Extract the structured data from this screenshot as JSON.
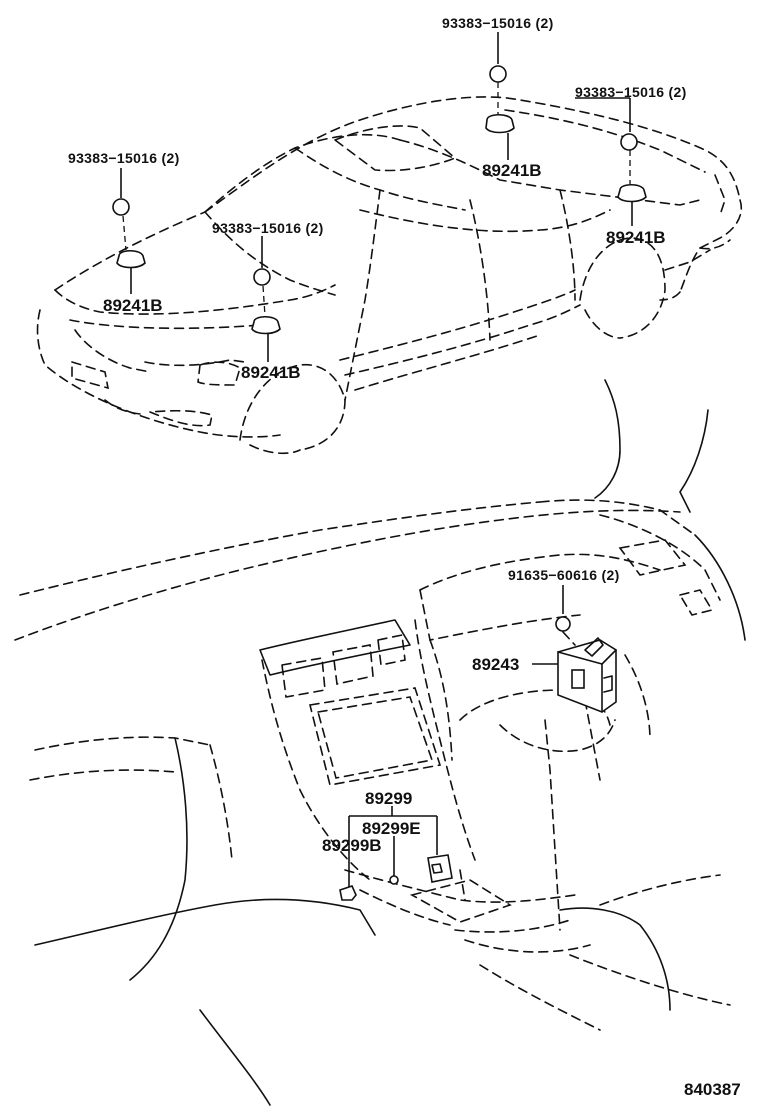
{
  "diagram": {
    "fasteners": {
      "roof_center": "93383−15016 (2)",
      "roof_right": "93383−15016 (2)",
      "hood_left": "93383−15016 (2)",
      "hood_center": "93383−15016 (2)",
      "console_bolt": "91635−60616 (2)"
    },
    "parts": {
      "roof_center": "89241B",
      "roof_right": "89241B",
      "hood_left": "89241B",
      "hood_center": "89241B",
      "control_unit": "89243",
      "switch_group": "89299",
      "switch_e": "89299E",
      "switch_b": "89299B"
    },
    "figure_number": "840387",
    "colors": {
      "line": "#111111",
      "background": "#ffffff"
    },
    "icons": [
      "bolt-icon",
      "sensor-icon",
      "control-unit-icon",
      "switch-icon"
    ]
  }
}
